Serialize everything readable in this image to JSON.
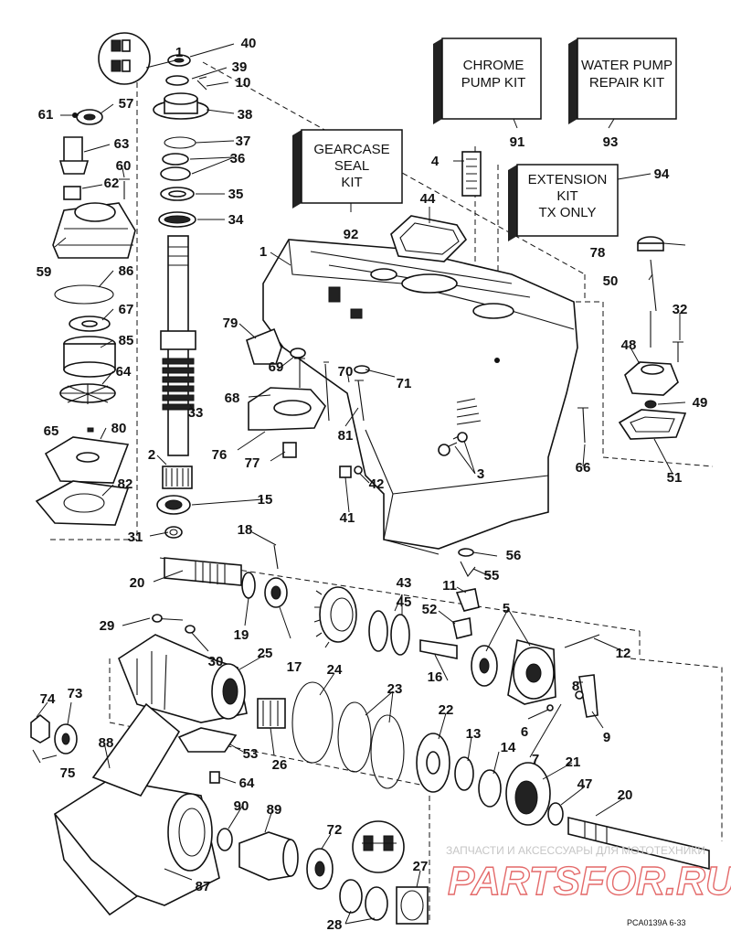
{
  "kits": {
    "chrome_pump": [
      "CHROME",
      "PUMP KIT"
    ],
    "water_pump": [
      "WATER PUMP",
      "REPAIR KIT"
    ],
    "gearcase_seal": [
      "GEARCASE",
      "SEAL",
      "KIT"
    ],
    "extension": [
      "EXTENSION",
      "KIT",
      "TX ONLY"
    ]
  },
  "labels": [
    "1",
    "40",
    "39",
    "10",
    "38",
    "37",
    "36",
    "35",
    "34",
    "57",
    "61",
    "63",
    "60",
    "62",
    "59",
    "86",
    "67",
    "85",
    "64",
    "65",
    "80",
    "82",
    "31",
    "33",
    "2",
    "15",
    "18",
    "20",
    "29",
    "30",
    "25",
    "19",
    "17",
    "24",
    "23",
    "22",
    "13",
    "14",
    "21",
    "47",
    "20",
    "74",
    "73",
    "75",
    "88",
    "53",
    "26",
    "64",
    "90",
    "89",
    "72",
    "27",
    "28",
    "87",
    "1",
    "4",
    "44",
    "91",
    "92",
    "93",
    "94",
    "79",
    "69",
    "68",
    "76",
    "77",
    "70",
    "71",
    "81",
    "3",
    "42",
    "41",
    "66",
    "78",
    "50",
    "32",
    "48",
    "49",
    "51",
    "43",
    "45",
    "11",
    "52",
    "5",
    "12",
    "16",
    "8",
    "6",
    "9",
    "7",
    "56",
    "55"
  ],
  "footer_code": "PCA0139A  6-33",
  "watermark": {
    "line1": "ЗАПЧАСТИ И АКСЕССУАРЫ ДЛЯ МОТОТЕХНИКИ",
    "brand": "PARTSFOR.RU"
  }
}
